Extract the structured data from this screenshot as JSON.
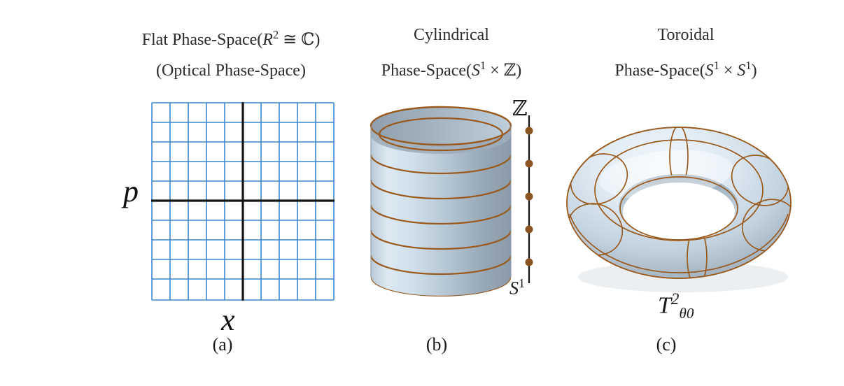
{
  "figure": {
    "background": "#ffffff",
    "grid_color": "#3b87d0",
    "axis_color": "#1a1a1a",
    "surface_light": "#eaf2f8",
    "surface_mid": "#c6d6e3",
    "surface_dark": "#8b9aa8",
    "curve_color": "#9a5a1e",
    "dot_color": "#8a5520"
  },
  "panels": [
    {
      "id": "a",
      "caption": "(a)",
      "header": {
        "line1_prefix": "Flat Phase-Space(",
        "line1_var": "R",
        "line1_exp": "2",
        "line1_rel": " ≅ ",
        "line1_set": "ℂ",
        "line1_suffix": ")",
        "line2": "(Optical Phase-Space)"
      },
      "axes": {
        "y_label": "p",
        "x_label": "x",
        "grid_columns": 11,
        "grid_rows": 10,
        "origin_col_index": 6,
        "origin_row_index": 5
      }
    },
    {
      "id": "b",
      "caption": "(b)",
      "header": {
        "line1": "Cylindrical",
        "line2_prefix": "Phase-Space(",
        "line2_s": "S",
        "line2_s_exp": "1",
        "line2_times": " × ",
        "line2_z": "ℤ",
        "line2_suffix": ")"
      },
      "labels": {
        "vertical_axis": "ℤ",
        "circle_axis": "S",
        "circle_axis_exp": "1"
      },
      "cylinder": {
        "ring_count": 6,
        "lattice_dot_count": 5
      }
    },
    {
      "id": "c",
      "caption": "(c)",
      "header": {
        "line1": "Toroidal",
        "line2_prefix": "Phase-Space(",
        "line2_s1": "S",
        "line2_s1_exp": "1",
        "line2_times": " × ",
        "line2_s2": "S",
        "line2_s2_exp": "1",
        "line2_suffix": ")"
      },
      "labels": {
        "torus": "T",
        "torus_exp": "2",
        "torus_sub": "θ",
        "torus_sub2": "0"
      },
      "torus": {
        "meridian_count": 5,
        "parallel_count": 3
      }
    }
  ]
}
